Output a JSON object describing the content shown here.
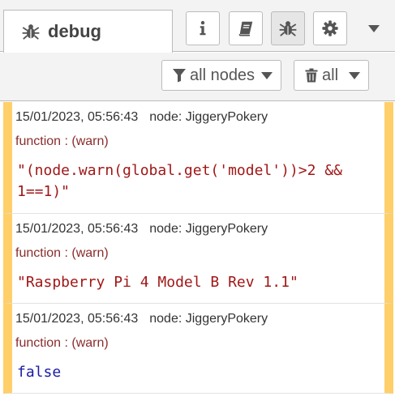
{
  "sidebar": {
    "active_tab_label": "debug",
    "buttons": [
      {
        "icon": "info-icon"
      },
      {
        "icon": "book-icon"
      },
      {
        "icon": "bug-icon",
        "selected": true
      },
      {
        "icon": "gear-icon"
      }
    ]
  },
  "filters": {
    "nodes_label": "all nodes",
    "clear_label": "all"
  },
  "messages": [
    {
      "timestamp": "15/01/2023, 05:56:43",
      "node": "node: JiggeryPokery",
      "topic": "function : (warn)",
      "payload": "\"(node.warn(global.get('model'))>2 && 1==1)\"",
      "type": "string"
    },
    {
      "timestamp": "15/01/2023, 05:56:43",
      "node": "node: JiggeryPokery",
      "topic": "function : (warn)",
      "payload": "\"Raspberry Pi 4 Model B Rev 1.1\"",
      "type": "string"
    },
    {
      "timestamp": "15/01/2023, 05:56:43",
      "node": "node: JiggeryPokery",
      "topic": "function : (warn)",
      "payload": "false",
      "type": "boolean"
    }
  ],
  "colors": {
    "message_border": "#ffcf6a",
    "topic_text": "#8b2c2c",
    "string_value": "#a11717",
    "boolean_value": "#1a1aa6"
  }
}
